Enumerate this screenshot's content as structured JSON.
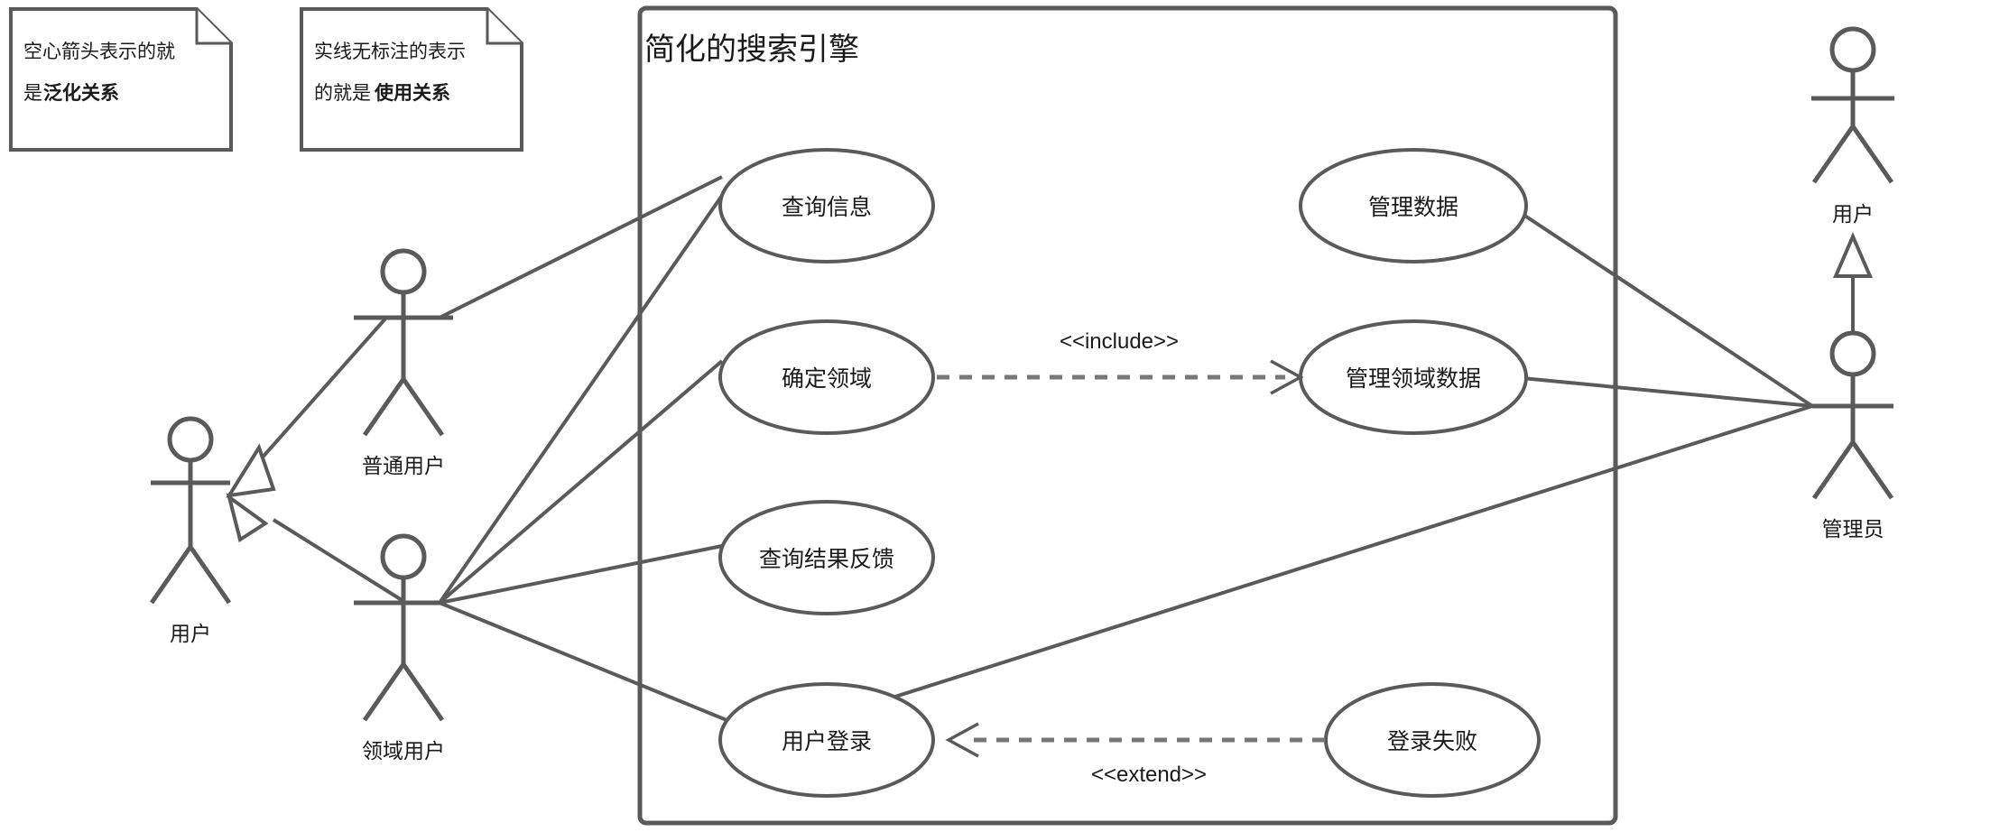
{
  "diagram": {
    "kind": "uml-use-case-diagram",
    "stroke_color": "#5a5a5a",
    "text_color": "#1a1a1a",
    "background": "#ffffff"
  },
  "notes": [
    {
      "id": "note-generalization",
      "line1": "空心箭头表示的就",
      "line2_plain": "是",
      "line2_bold": "泛化关系"
    },
    {
      "id": "note-usage",
      "line1": "实线无标注的表示",
      "line2_plain": "的就是",
      "line2_bold": "使用关系"
    }
  ],
  "system": {
    "title": "简化的搜索引擎"
  },
  "use_cases": [
    {
      "id": "query-info",
      "label": "查询信息"
    },
    {
      "id": "determine-domain",
      "label": "确定领域"
    },
    {
      "id": "query-result",
      "label": "查询结果反馈"
    },
    {
      "id": "user-login",
      "label": "用户登录"
    },
    {
      "id": "manage-data",
      "label": "管理数据"
    },
    {
      "id": "manage-domain-data",
      "label": "管理领域数据"
    },
    {
      "id": "login-failed",
      "label": "登录失败"
    }
  ],
  "actors": [
    {
      "id": "actor-ordinary-user",
      "label": "普通用户"
    },
    {
      "id": "actor-user-left",
      "label": "用户"
    },
    {
      "id": "actor-domain-user",
      "label": "领域用户"
    },
    {
      "id": "actor-user-right",
      "label": "用户"
    },
    {
      "id": "actor-admin",
      "label": "管理员"
    }
  ],
  "relationships": [
    {
      "id": "rel-include",
      "type": "include",
      "label": "<<include>>",
      "from": "determine-domain",
      "to": "manage-domain-data"
    },
    {
      "id": "rel-extend",
      "type": "extend",
      "label": "<<extend>>",
      "from": "login-failed",
      "to": "user-login"
    },
    {
      "id": "rel-gen-ordinary-to-user",
      "type": "generalization",
      "from": "actor-ordinary-user",
      "to": "actor-user-left"
    },
    {
      "id": "rel-gen-domain-to-user",
      "type": "generalization",
      "from": "actor-domain-user",
      "to": "actor-user-left"
    },
    {
      "id": "rel-gen-admin-to-user",
      "type": "generalization",
      "from": "actor-admin",
      "to": "actor-user-right"
    },
    {
      "id": "rel-assoc-ordinary-query",
      "type": "association",
      "from": "actor-ordinary-user",
      "to": "query-info"
    },
    {
      "id": "rel-assoc-domain-query",
      "type": "association",
      "from": "actor-domain-user",
      "to": "query-info"
    },
    {
      "id": "rel-assoc-domain-determine",
      "type": "association",
      "from": "actor-domain-user",
      "to": "determine-domain"
    },
    {
      "id": "rel-assoc-domain-result",
      "type": "association",
      "from": "actor-domain-user",
      "to": "query-result"
    },
    {
      "id": "rel-assoc-domain-login",
      "type": "association",
      "from": "actor-domain-user",
      "to": "user-login"
    },
    {
      "id": "rel-assoc-admin-managedata",
      "type": "association",
      "from": "actor-admin",
      "to": "manage-data"
    },
    {
      "id": "rel-assoc-admin-managedomain",
      "type": "association",
      "from": "actor-admin",
      "to": "manage-domain-data"
    },
    {
      "id": "rel-assoc-admin-login",
      "type": "association",
      "from": "actor-admin",
      "to": "user-login"
    }
  ]
}
